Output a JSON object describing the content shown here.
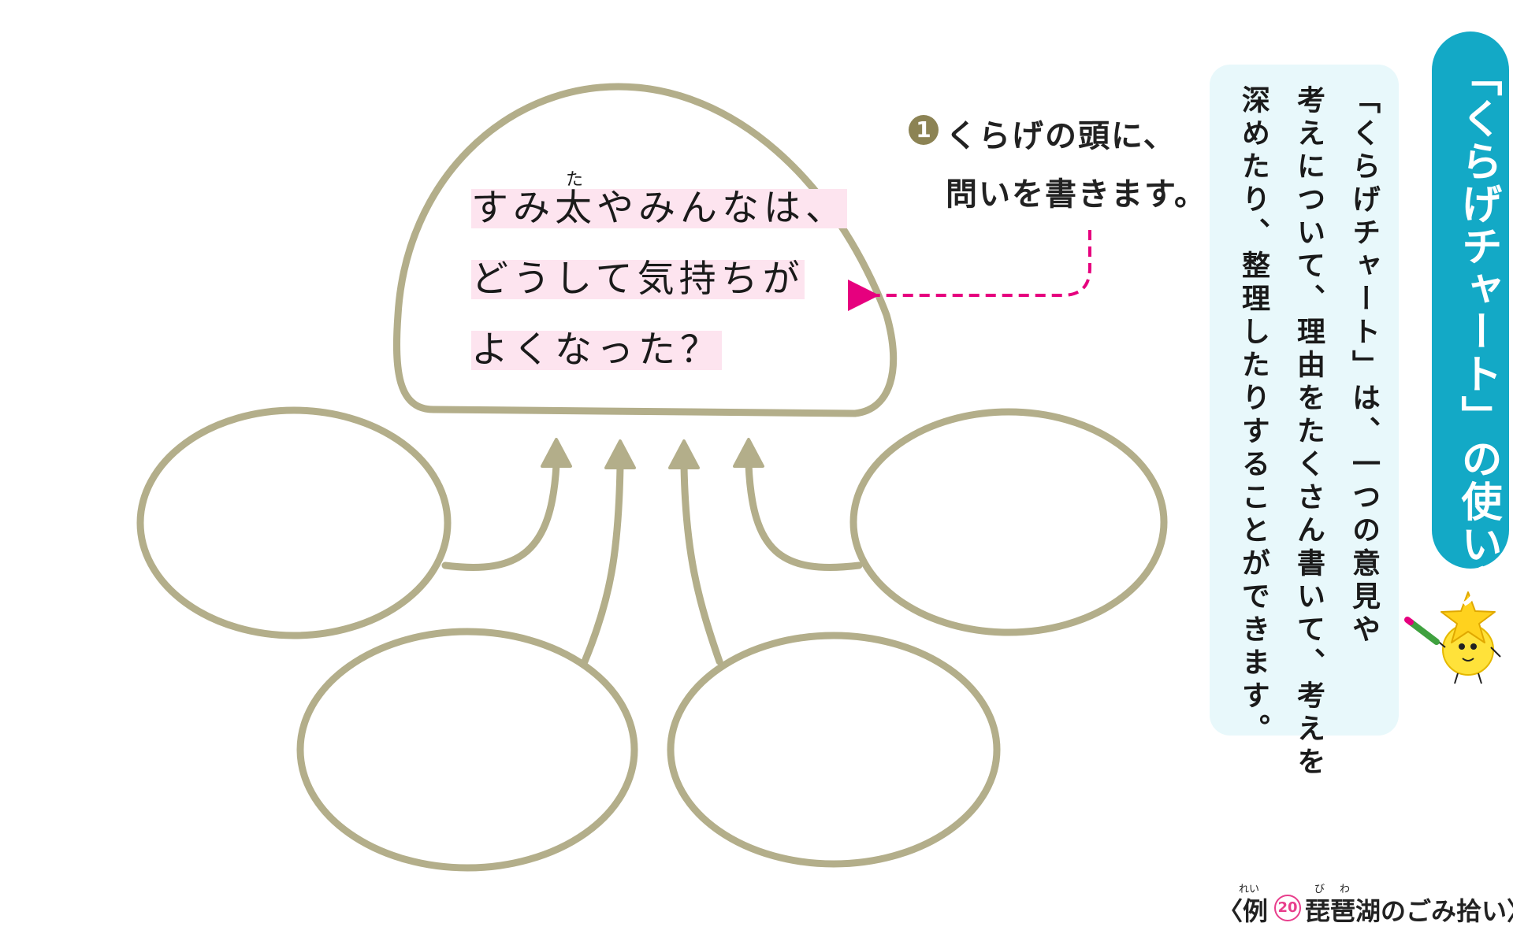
{
  "title": "「くらげチャート」の使い方",
  "description_lines": [
    "「くらげチャート」は、一つの意見や",
    "考えについて、理由をたくさん書いて、考えを",
    "深めたり、整理したりすることができます。"
  ],
  "step": {
    "number": "1",
    "lines": [
      "くらげの頭に、",
      "問いを書きます。"
    ]
  },
  "question": {
    "ruby": "た",
    "lines": [
      "すみ太やみんなは、",
      "どうして気持ちが",
      "よくなった？"
    ]
  },
  "example": {
    "open": "〈例",
    "number": "20",
    "title": "琵琶湖のごみ拾い〉",
    "ruby_rei": "れい",
    "ruby_bi": "び",
    "ruby_wa": "わ"
  },
  "colors": {
    "outline": "#b3ae8a",
    "question_highlight": "#fde4ef",
    "arrow": "#e6007e",
    "title_pill": "#13a9c6",
    "info_box": "#e8f8fb",
    "step_badge": "#8c8354"
  },
  "icons": [
    "star-mascot-icon",
    "pencil-icon"
  ]
}
